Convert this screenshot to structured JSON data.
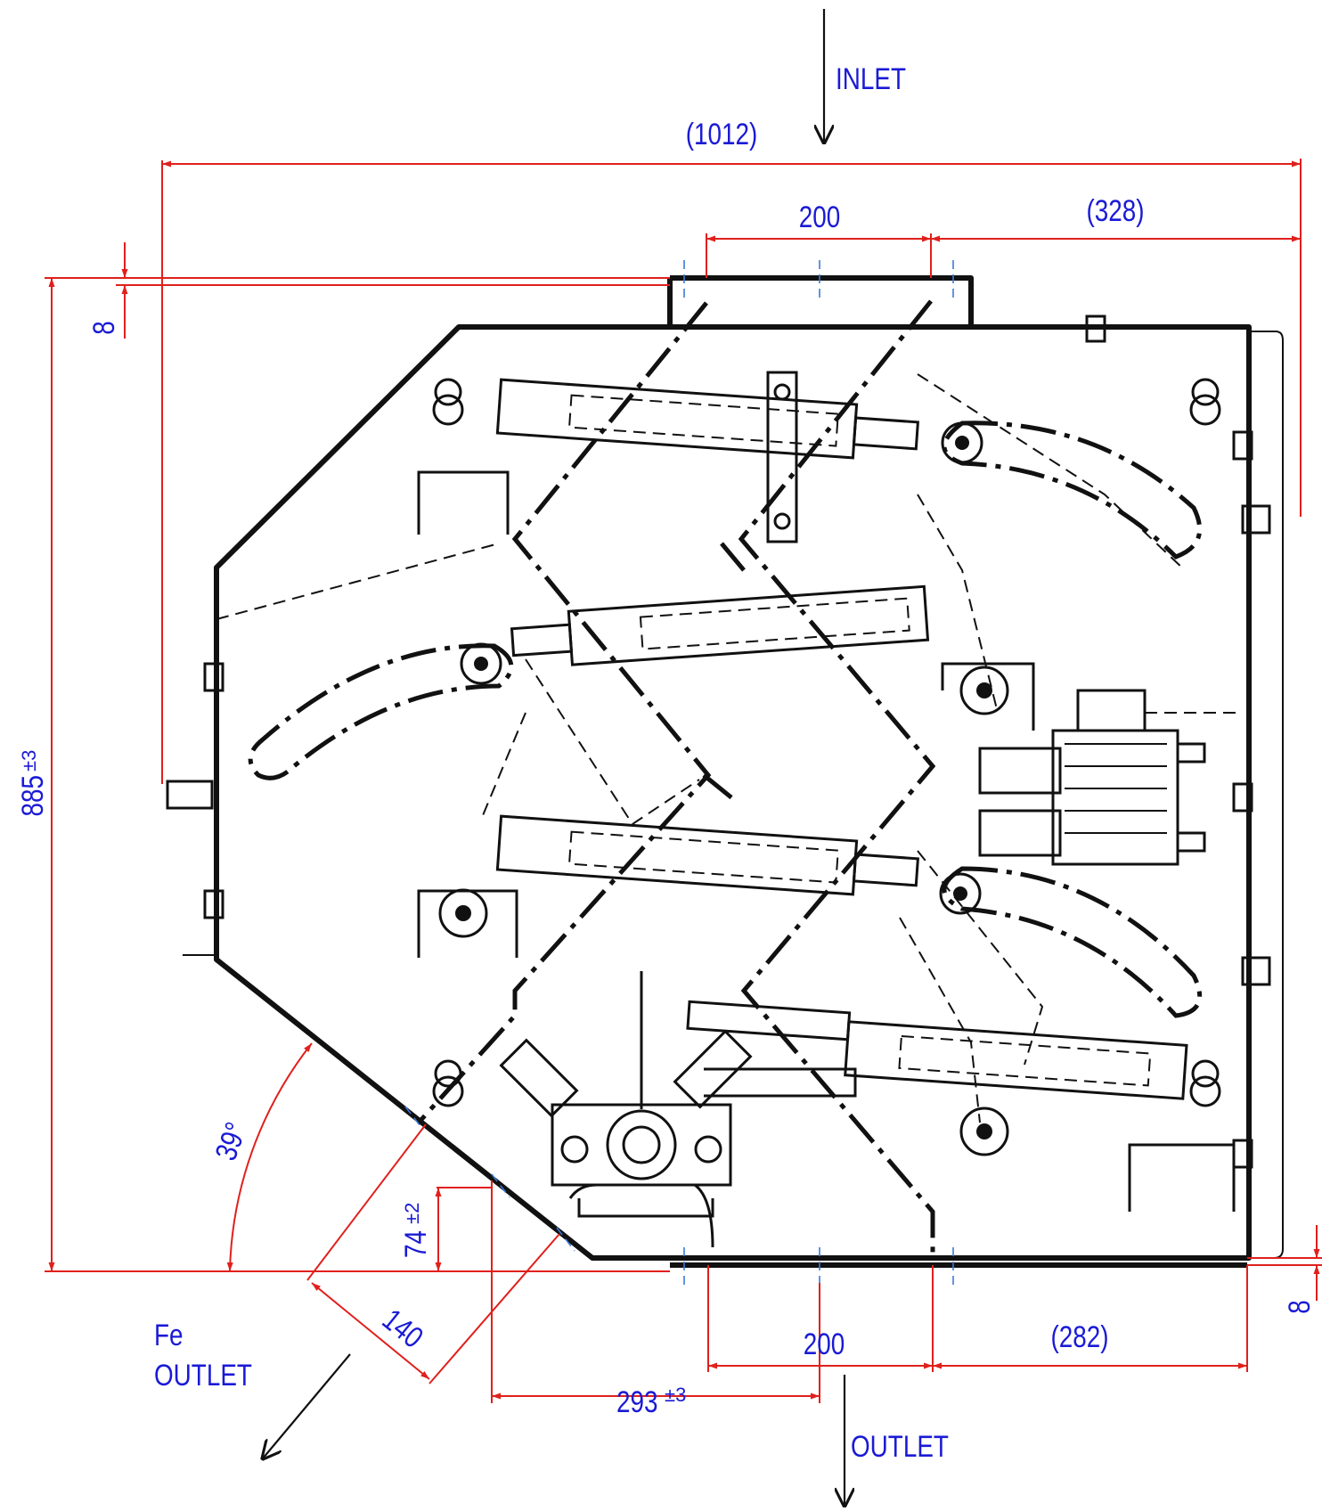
{
  "colors": {
    "dimension": "#e0201c",
    "label": "#1a1ad6",
    "centerline": "#3b7bd9",
    "linework": "#111111"
  },
  "labels": {
    "inlet": "INLET",
    "outlet": "OUTLET",
    "fe_outlet_line1": "Fe",
    "fe_outlet_line2": "OUTLET"
  },
  "dimensions": {
    "overall_width": "(1012)",
    "top_opening": "200",
    "top_right_offset": "(328)",
    "bottom_opening": "200",
    "bottom_right_offset": "(282)",
    "top_flange": "8",
    "bottom_flange": "8",
    "overall_height": "885",
    "overall_height_tol": "±3",
    "fe_height": "74",
    "fe_height_tol": "±2",
    "fe_width": "140",
    "fe_offset": "293",
    "fe_offset_tol": "±3",
    "angle": "39°"
  }
}
